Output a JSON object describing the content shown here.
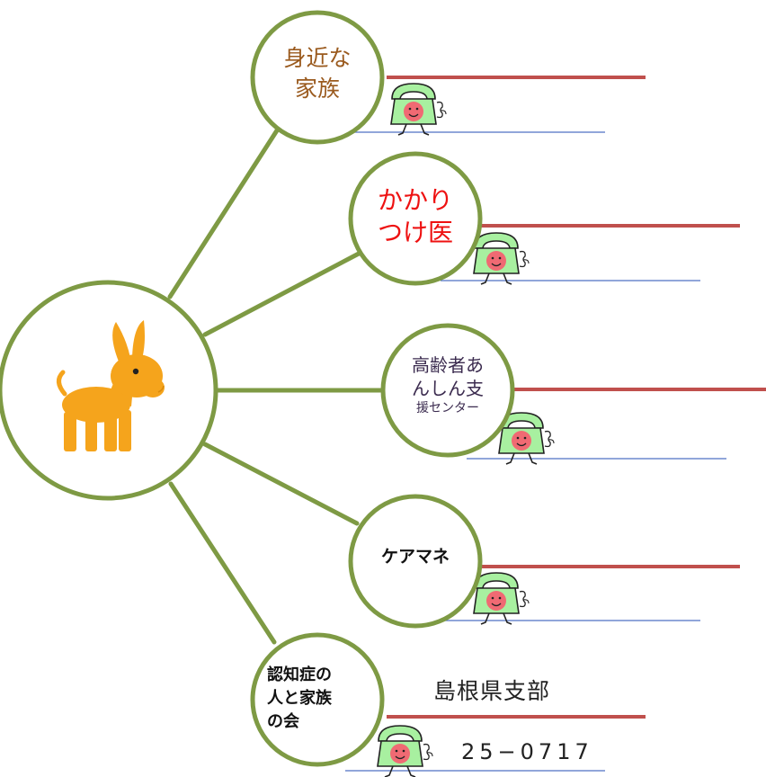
{
  "center": {
    "icon": "donkey-icon"
  },
  "nodes": [
    {
      "id": "family",
      "lines": [
        "身近な",
        "家族"
      ],
      "color": "#9a5a1e"
    },
    {
      "id": "doctor",
      "lines": [
        "かかり",
        "つけ医"
      ],
      "color": "#ee1111"
    },
    {
      "id": "support-center",
      "lines": [
        "高齢者あ",
        "んしん支",
        "援センター"
      ],
      "color": "#3b2b4f"
    },
    {
      "id": "care-manager",
      "lines": [
        "ケアマネ"
      ],
      "color": "#111111"
    },
    {
      "id": "association",
      "lines": [
        "認知症の",
        "人と家族",
        "の会"
      ],
      "color": "#111111"
    }
  ],
  "association_entry": {
    "branch": "島根県支部",
    "phone": "25−0717"
  },
  "colors": {
    "ring": "#7e9a44",
    "connector": "#7e9a44",
    "name_line": "#c0504d",
    "phone_line": "#4f72c4",
    "phone_glow": "#d8efa6",
    "phone_body": "#a8f0a0",
    "face": "#f06a73",
    "donkey": "#f5a41c"
  },
  "icons": {
    "phone": "phone-character-icon"
  }
}
